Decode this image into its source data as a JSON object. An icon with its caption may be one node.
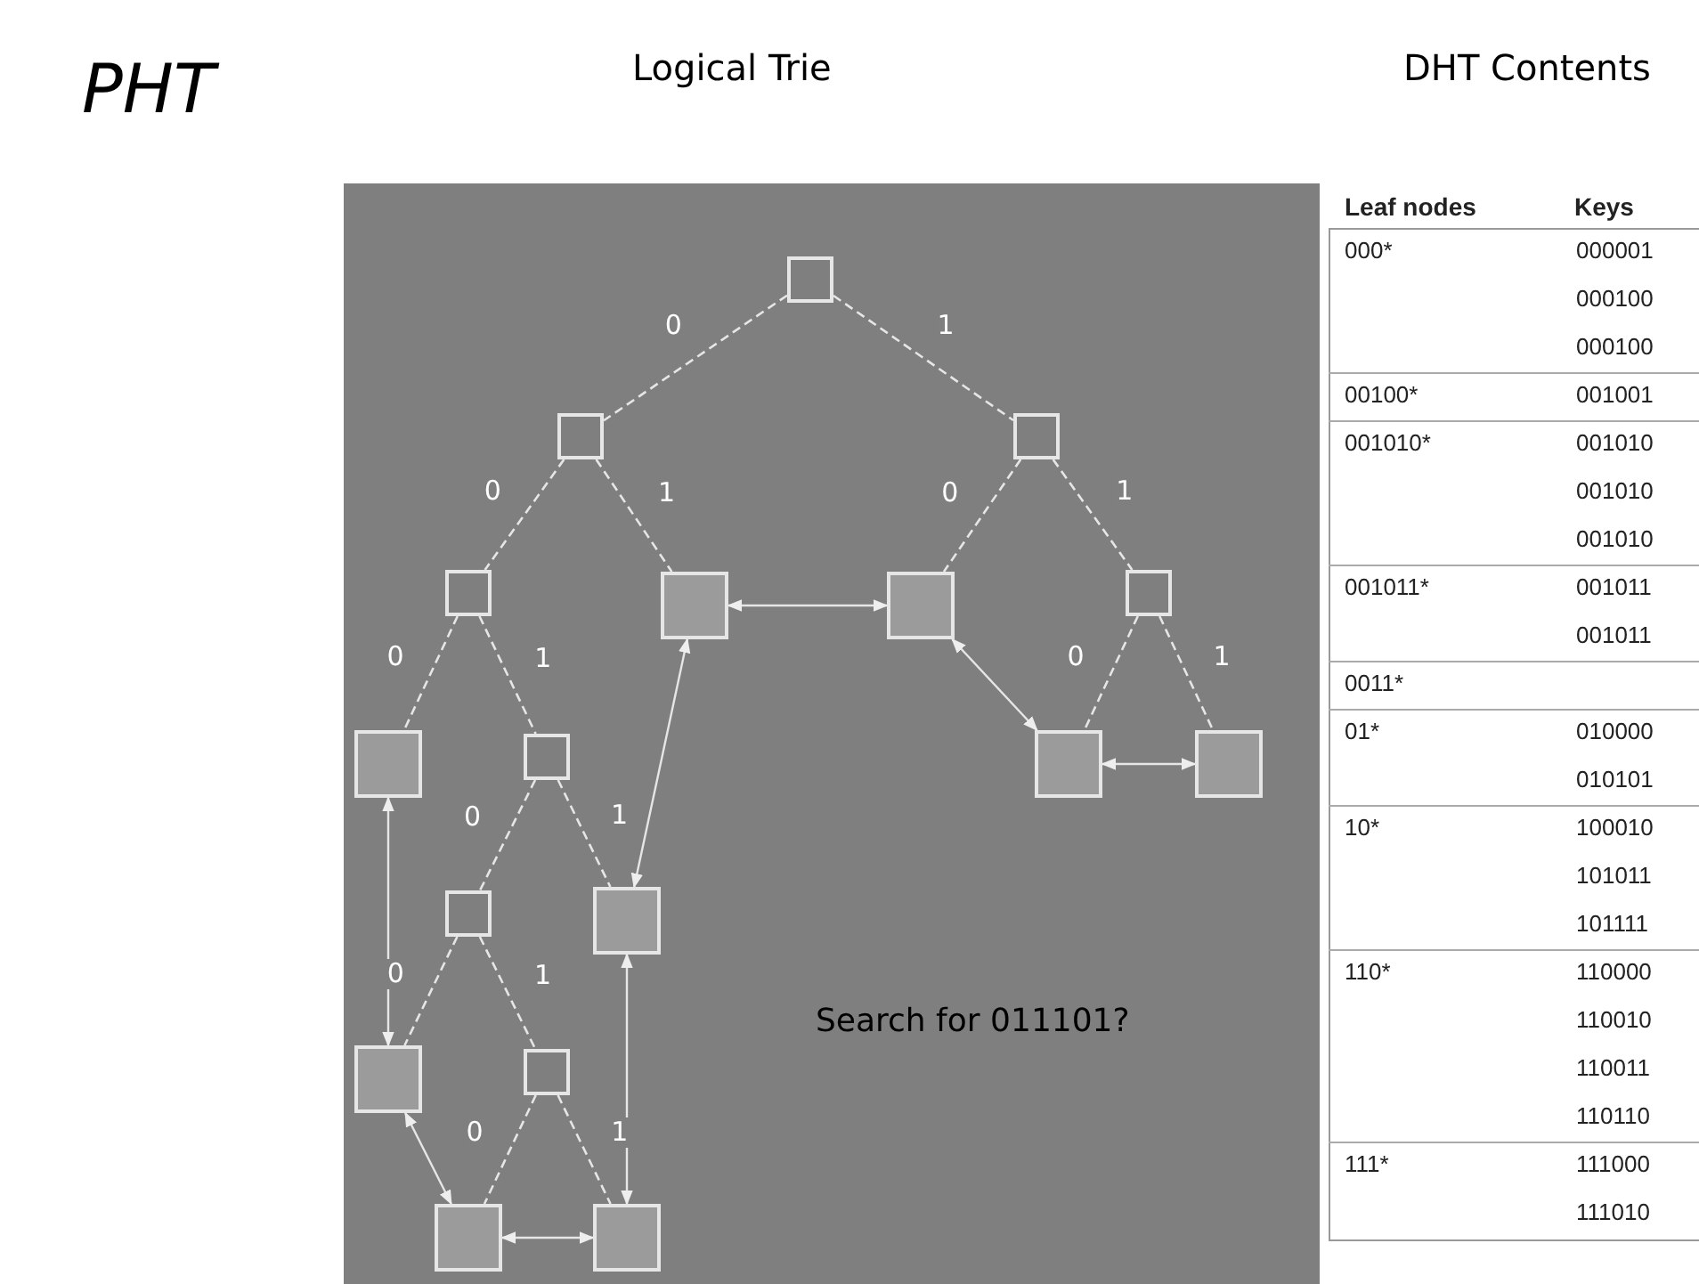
{
  "diagram": {
    "title": "PHT",
    "nodes": [
      {
        "text": [],
        "shape": "box"
      },
      {
        "text": [],
        "shape": "box"
      },
      {
        "text": [],
        "shape": "box"
      },
      {
        "text": [],
        "shape": "box"
      },
      {
        "text": [],
        "shape": "box"
      },
      {
        "text": [],
        "shape": "box"
      },
      {
        "text": [],
        "shape": "box"
      },
      {
        "text": [],
        "shape": "box"
      },
      {
        "text": [],
        "shape": "box"
      },
      {
        "text": [],
        "shape": "box"
      },
      {
        "text": [],
        "shape": "box"
      },
      {
        "text": [],
        "shape": "box"
      },
      {
        "text": [],
        "shape": "box"
      },
      {
        "text": [],
        "shape": "box"
      },
      {
        "text": [],
        "shape": "box"
      },
      {
        "text": [],
        "shape": "box"
      },
      {
        "text": [],
        "shape": "box"
      }
    ],
    "edges": [
      {
        "from": 0,
        "to": 1,
        "arrow": "none",
        "label": "0",
        "style": "dashed"
      },
      {
        "from": 0,
        "to": 2,
        "arrow": "none",
        "label": "1",
        "style": "dashed"
      },
      {
        "from": 1,
        "to": 3,
        "arrow": "none",
        "label": "0",
        "style": "dashed"
      },
      {
        "from": 1,
        "to": 4,
        "arrow": "none",
        "label": "1",
        "style": "dashed"
      },
      {
        "from": 2,
        "to": 5,
        "arrow": "none",
        "label": "0",
        "style": "dashed"
      },
      {
        "from": 2,
        "to": 6,
        "arrow": "none",
        "label": "1",
        "style": "dashed"
      },
      {
        "from": 3,
        "to": 7,
        "arrow": "none",
        "label": "0",
        "style": "dashed"
      },
      {
        "from": 3,
        "to": 8,
        "arrow": "none",
        "label": "1",
        "style": "dashed"
      },
      {
        "from": 6,
        "to": 9,
        "arrow": "none",
        "label": "0",
        "style": "dashed"
      },
      {
        "from": 6,
        "to": 10,
        "arrow": "none",
        "label": "1",
        "style": "dashed"
      },
      {
        "from": 8,
        "to": 11,
        "arrow": "none",
        "label": "0",
        "style": "dashed"
      },
      {
        "from": 8,
        "to": 12,
        "arrow": "none",
        "label": "1",
        "style": "dashed"
      },
      {
        "from": 11,
        "to": 13,
        "arrow": "none",
        "label": "0",
        "style": "dashed"
      },
      {
        "from": 11,
        "to": 14,
        "arrow": "none",
        "label": "1",
        "style": "dashed"
      },
      {
        "from": 14,
        "to": 15,
        "arrow": "none",
        "label": "0",
        "style": "dashed"
      },
      {
        "from": 14,
        "to": 16,
        "arrow": "none",
        "label": "1",
        "style": "dashed"
      },
      {
        "from": 7,
        "to": 13,
        "arrow": "both"
      },
      {
        "from": 13,
        "to": 15,
        "arrow": "both"
      },
      {
        "from": 15,
        "to": 16,
        "arrow": "both"
      },
      {
        "from": 16,
        "to": 12,
        "arrow": "both"
      },
      {
        "from": 12,
        "to": 4,
        "arrow": "both"
      },
      {
        "from": 4,
        "to": 5,
        "arrow": "both"
      },
      {
        "from": 5,
        "to": 9,
        "arrow": "both"
      },
      {
        "from": 9,
        "to": 10,
        "arrow": "both"
      }
    ],
    "labels": [
      "Logical Trie",
      "DHT Contents",
      "Search for 011101?",
      "Leaf nodes",
      "Keys",
      "000*",
      "000001",
      "000100",
      "000100",
      "00100*",
      "001001",
      "001010*",
      "001010",
      "001010",
      "001010",
      "001011*",
      "001011",
      "001011",
      "0011*",
      "01*",
      "010000",
      "010101",
      "10*",
      "100010",
      "101011",
      "101111",
      "110*",
      "110000",
      "110010",
      "110011",
      "110110",
      "111*",
      "111000",
      "111010"
    ]
  }
}
